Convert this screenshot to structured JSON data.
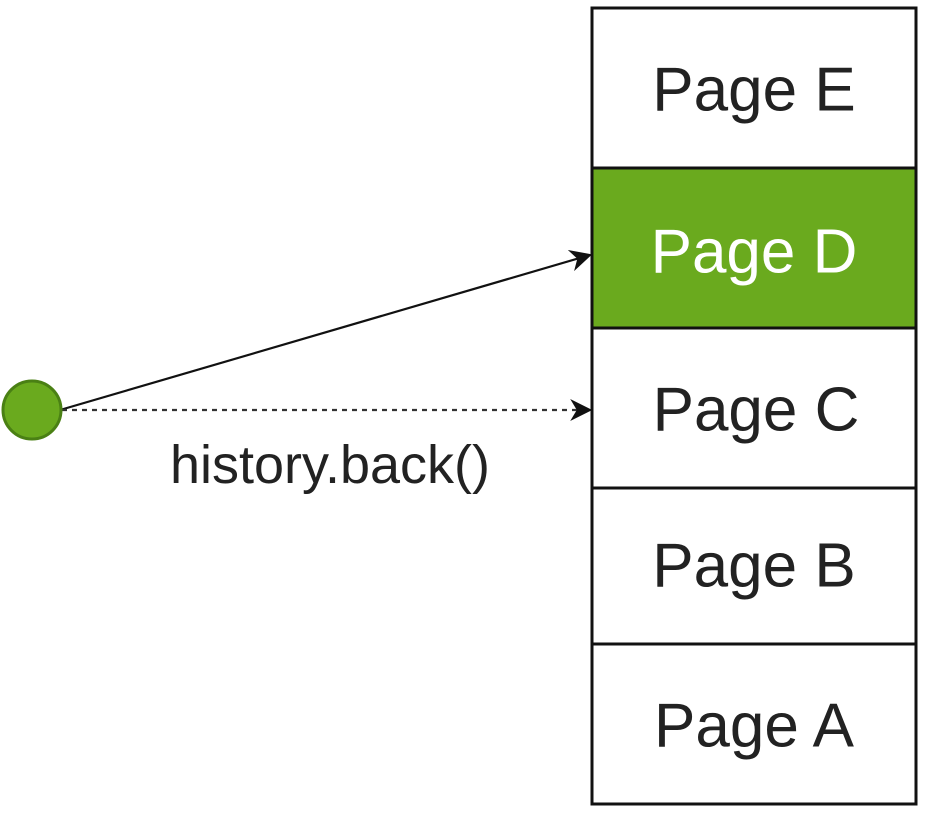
{
  "history_stack": {
    "pages": [
      {
        "label": "Page E",
        "current": false
      },
      {
        "label": "Page D",
        "current": true
      },
      {
        "label": "Page C",
        "current": false
      },
      {
        "label": "Page B",
        "current": false
      },
      {
        "label": "Page A",
        "current": false
      }
    ]
  },
  "navigation": {
    "call_label": "history.back()"
  },
  "colors": {
    "current_fill": "#6aaa1e",
    "current_text": "#ffffff",
    "page_fill": "#ffffff",
    "page_text": "#222222",
    "stroke": "#111111",
    "pointer_fill": "#6aaa1e",
    "pointer_stroke": "#4a8014"
  }
}
